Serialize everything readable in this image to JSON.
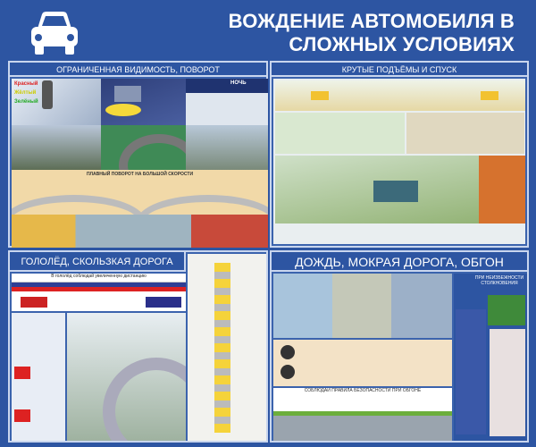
{
  "header": {
    "title_line1": "ВОЖДЕНИЕ АВТОМОБИЛЯ В",
    "title_line2": "СЛОЖНЫХ УСЛОВИЯХ",
    "icon": "car-icon"
  },
  "panels": {
    "visibility": {
      "title": "ОГРАНИЧЕННАЯ ВИДИМОСТЬ, ПОВОРОТ",
      "traffic_light": [
        "Красный",
        "Жёлтый",
        "Зелёный"
      ],
      "night": "НОЧЬ",
      "curve": "ПЛАВНЫЙ ПОВОРОТ НА БОЛЬШОЙ СКОРОСТИ"
    },
    "hills": {
      "title": "КРУТЫЕ ПОДЪЁМЫ И СПУСК"
    },
    "ice": {
      "title": "ГОЛОЛЁД, СКОЛЬЗКАЯ ДОРОГА",
      "distance": "В гололёд соблюдай увеличенную дистанцию"
    },
    "rain": {
      "title": "ДОЖДЬ, МОКРАЯ ДОРОГА, ОБГОН",
      "overtake": "СОБЛЮДАЙ ПРАВИЛА БЕЗОПАСНОСТИ ПРИ ОБГОНЕ",
      "collision": "ПРИ НЕИЗБЕЖНОСТИ СТОЛКНОВЕНИЯ"
    }
  },
  "colors": {
    "background": "#2d55a2",
    "panel_border": "#c9d6ee"
  }
}
